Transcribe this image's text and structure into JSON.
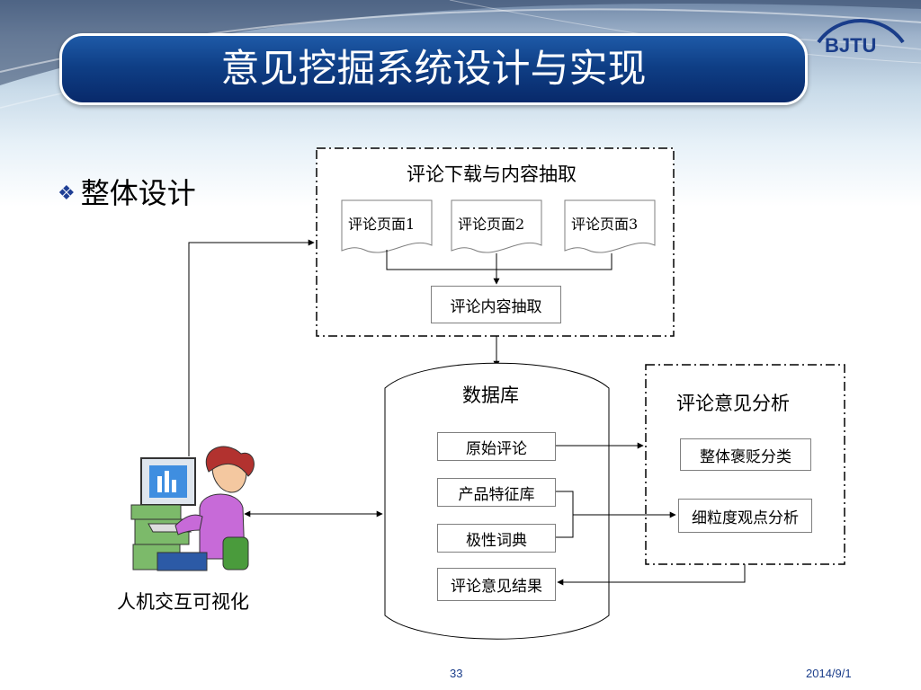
{
  "slide": {
    "title": "意见挖掘系统设计与实现",
    "logo": "BJTU",
    "bullet": "整体设计",
    "bullet_icon": "diamond-bullet-icon",
    "page_number": "33",
    "date": "2014/9/1"
  },
  "diagram": {
    "download_group": {
      "title": "评论下载与内容抽取",
      "pages": [
        "评论页面1",
        "评论页面2",
        "评论页面3"
      ],
      "extract": "评论内容抽取"
    },
    "database": {
      "title": "数据库",
      "items": [
        "原始评论",
        "产品特征库",
        "极性词典",
        "评论意见结果"
      ]
    },
    "analysis_group": {
      "title": "评论意见分析",
      "items": [
        "整体褒贬分类",
        "细粒度观点分析"
      ]
    },
    "user_label": "人机交互可视化",
    "user_icon": "user-at-computer-icon"
  }
}
